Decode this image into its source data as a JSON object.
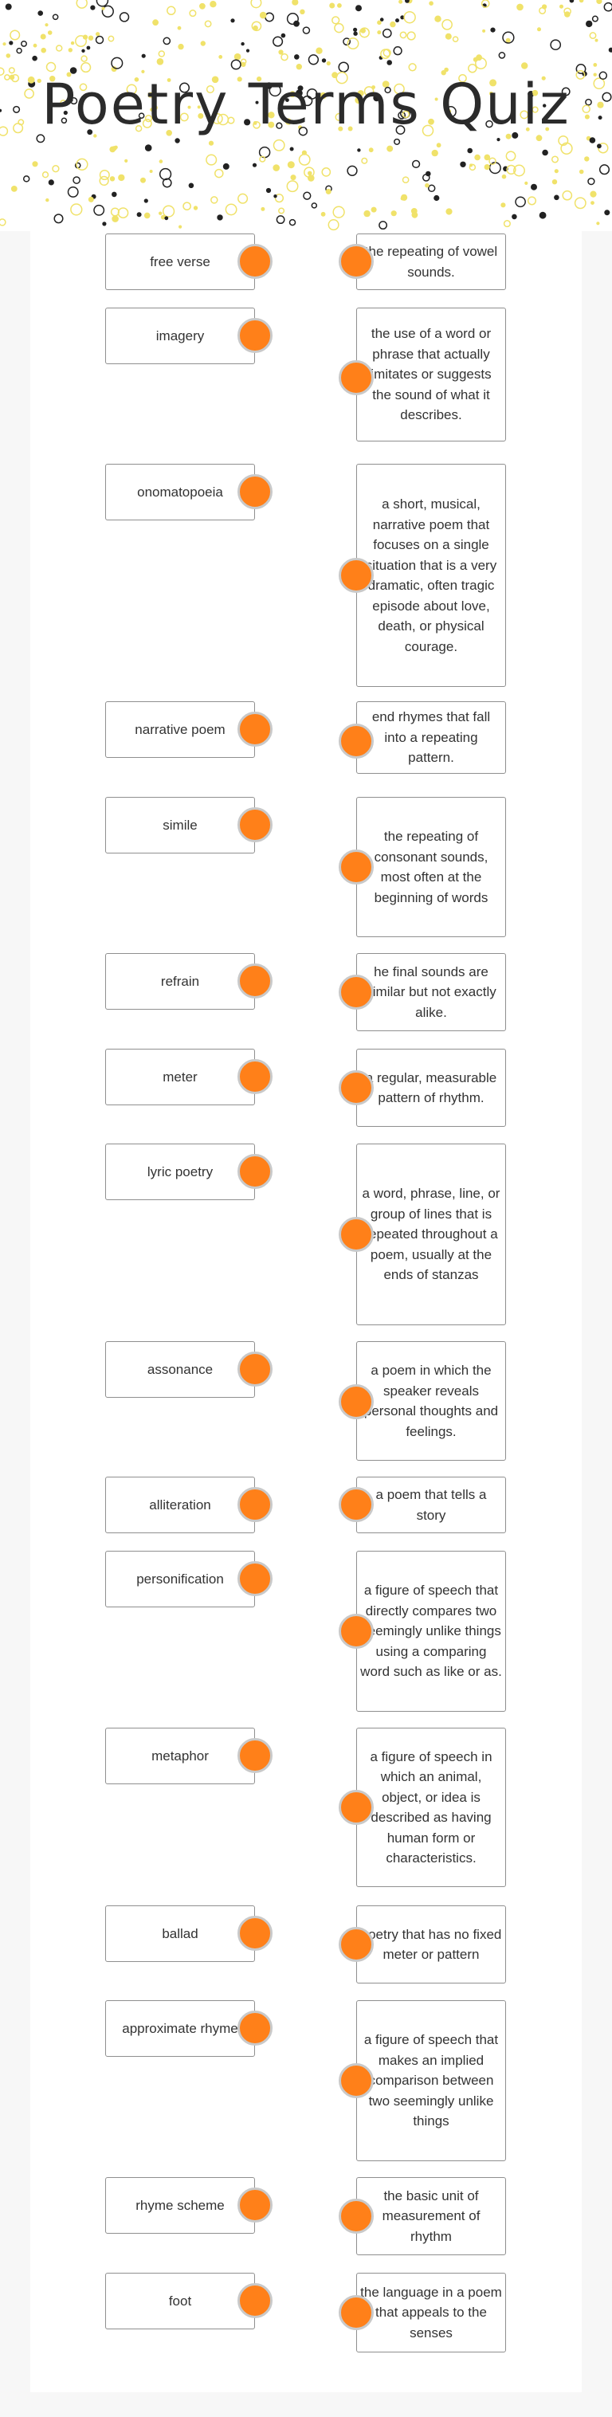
{
  "title": "Poetry Terms Quiz",
  "colors": {
    "accent": "#ff8019",
    "dot_ring": "#c9c9c9",
    "box_border": "#8f8f8f",
    "confetti_yellow": "#f0e26a",
    "confetti_dark": "#222222"
  },
  "pairs": [
    {
      "term": "free verse",
      "definition": "the repeating of vowel sounds."
    },
    {
      "term": "imagery",
      "definition": "the use of a word or phrase that actually imitates or suggests the sound of what it describes."
    },
    {
      "term": "onomatopoeia",
      "definition": "a short, musical, narrative poem that focuses on a single situation that is a very dramatic, often tragic episode about love, death, or physical courage."
    },
    {
      "term": "narrative poem",
      "definition": "end rhymes that fall into a repeating pattern."
    },
    {
      "term": "simile",
      "definition": "the repeating of consonant sounds, most often at the beginning of words"
    },
    {
      "term": "refrain",
      "definition": "he final sounds are similar but not exactly alike."
    },
    {
      "term": "meter",
      "definition": "a regular, measurable pattern of rhythm."
    },
    {
      "term": "lyric poetry",
      "definition": "a word, phrase, line, or group of lines that is repeated throughout a poem, usually at the ends of stanzas"
    },
    {
      "term": "assonance",
      "definition": "a poem in which the speaker reveals personal thoughts and feelings."
    },
    {
      "term": "alliteration",
      "definition": "a poem that tells a story"
    },
    {
      "term": "personification",
      "definition": "a figure of speech that directly compares two seemingly unlike things using a comparing word such as like or as."
    },
    {
      "term": "metaphor",
      "definition": "a figure of speech in which an animal, object, or idea is described as having human form or characteristics."
    },
    {
      "term": "ballad",
      "definition": "poetry that has no fixed meter or pattern"
    },
    {
      "term": "approximate rhyme",
      "definition": "a figure of speech that makes an implied comparison between two seemingly unlike things"
    },
    {
      "term": "rhyme scheme",
      "definition": "the basic unit of measurement of rhythm"
    },
    {
      "term": "foot",
      "definition": "the language in a poem that appeals to the senses"
    }
  ]
}
